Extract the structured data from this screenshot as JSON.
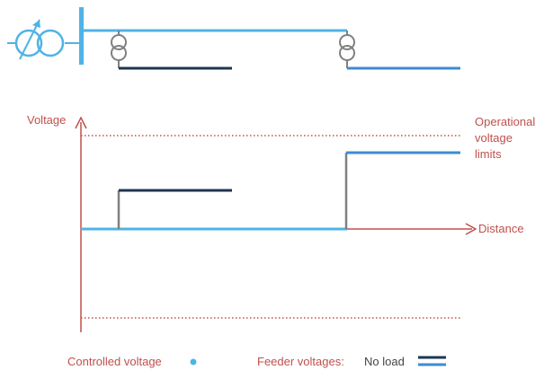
{
  "labels": {
    "voltage_axis": "Voltage",
    "distance_axis": "Distance",
    "limits_line1": "Operational",
    "limits_line2": "voltage",
    "limits_line3": "limits"
  },
  "legend": {
    "controlled": "Controlled voltage",
    "feeder": "Feeder voltages:",
    "no_load": "No load"
  },
  "colors": {
    "light_blue": "#4fb3e6",
    "navy": "#1f3553",
    "mid_blue": "#3c8bd6",
    "axis_red": "#c0504d",
    "step_gray": "#808080",
    "text_gray": "#444444"
  },
  "icons": {
    "generator": "generator-with-transformer-icon",
    "transformer": "transformer-icon"
  }
}
